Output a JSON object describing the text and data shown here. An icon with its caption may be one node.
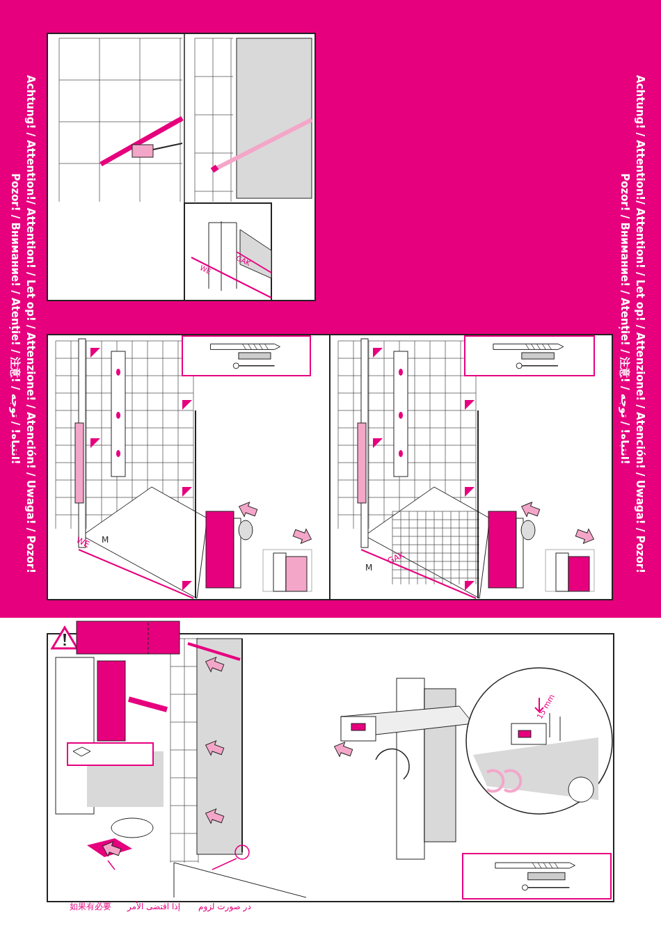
{
  "diagram": {
    "labels": [
      "Achtung! / Attention!/ Attention!  / Let op! / Attenzione! / Atención! / Uwaga! / Pozor!",
      "Pozor! / Внимание! /  Atenție! / 注意! / انتباه! / توجه!",
      "Achtung! / Attention!/ Attention!  / Let op! / Attenzione! / Atención! / Uwaga! / Pozor!",
      "Pozor! / Внимание! /  Atenție! / 注意! / انتباه! / توجه!",
      "WE",
      "GAK",
      "WE",
      "M",
      "M",
      "GAK",
      "15 mm",
      "如果有必要",
      "إذا اقتضى الأمر",
      "در صورت لزوم"
    ]
  }
}
